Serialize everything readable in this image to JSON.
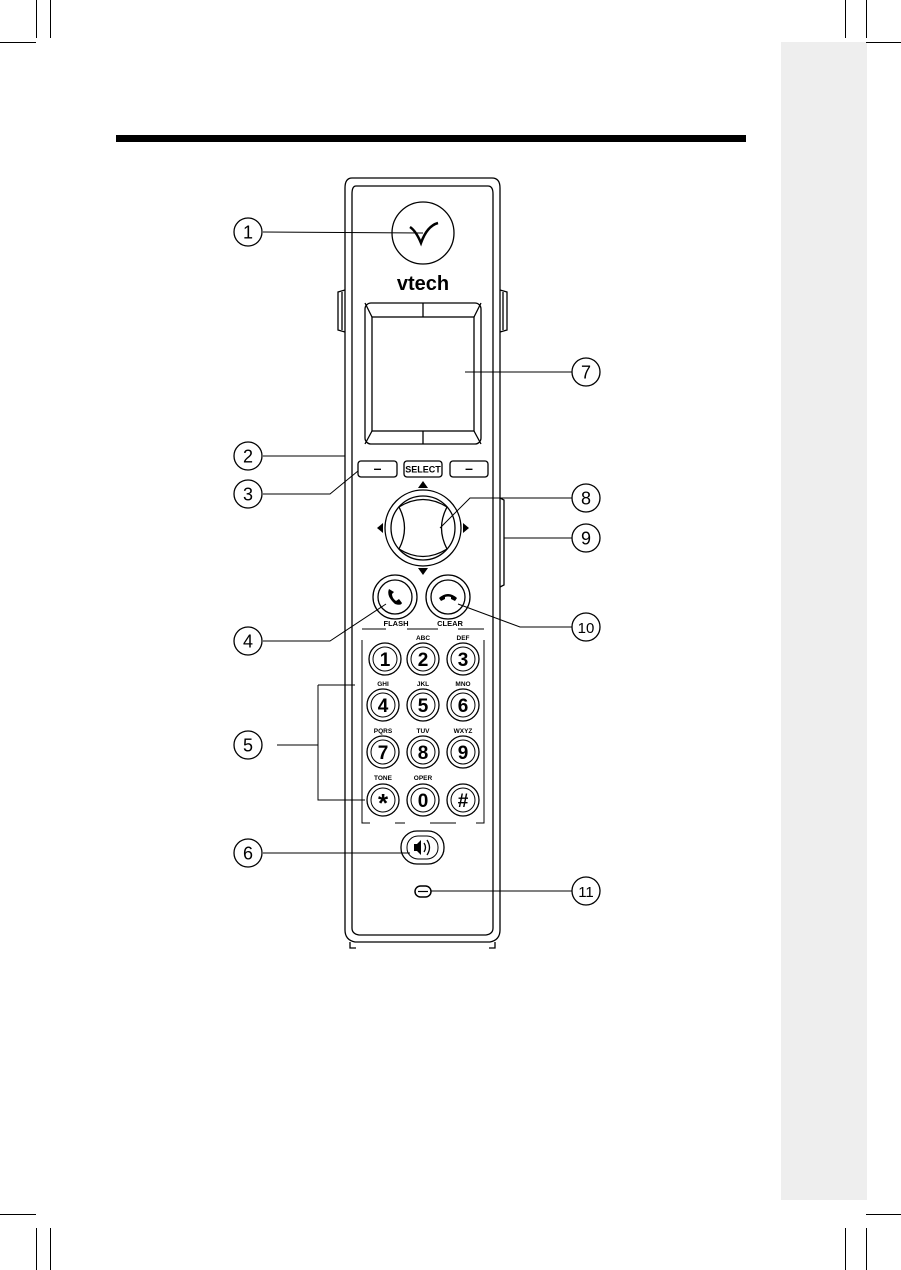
{
  "brand": {
    "logo_text": "vtech"
  },
  "soft_keys": {
    "left": "–",
    "center": "SELECT",
    "right": "–"
  },
  "talk_key": {
    "label": "FLASH"
  },
  "off_key": {
    "label": "CLEAR"
  },
  "keypad": [
    {
      "digit": "1",
      "letters": ""
    },
    {
      "digit": "2",
      "letters": "ABC"
    },
    {
      "digit": "3",
      "letters": "DEF"
    },
    {
      "digit": "4",
      "letters": "GHI"
    },
    {
      "digit": "5",
      "letters": "JKL"
    },
    {
      "digit": "6",
      "letters": "MNO"
    },
    {
      "digit": "7",
      "letters": "PQRS"
    },
    {
      "digit": "8",
      "letters": "TUV"
    },
    {
      "digit": "9",
      "letters": "WXYZ"
    },
    {
      "digit": "*",
      "letters": "TONE"
    },
    {
      "digit": "0",
      "letters": "OPER"
    },
    {
      "digit": "#",
      "letters": ""
    }
  ],
  "callouts": [
    "1",
    "2",
    "3",
    "4",
    "5",
    "6",
    "7",
    "8",
    "9",
    "10",
    "11"
  ]
}
